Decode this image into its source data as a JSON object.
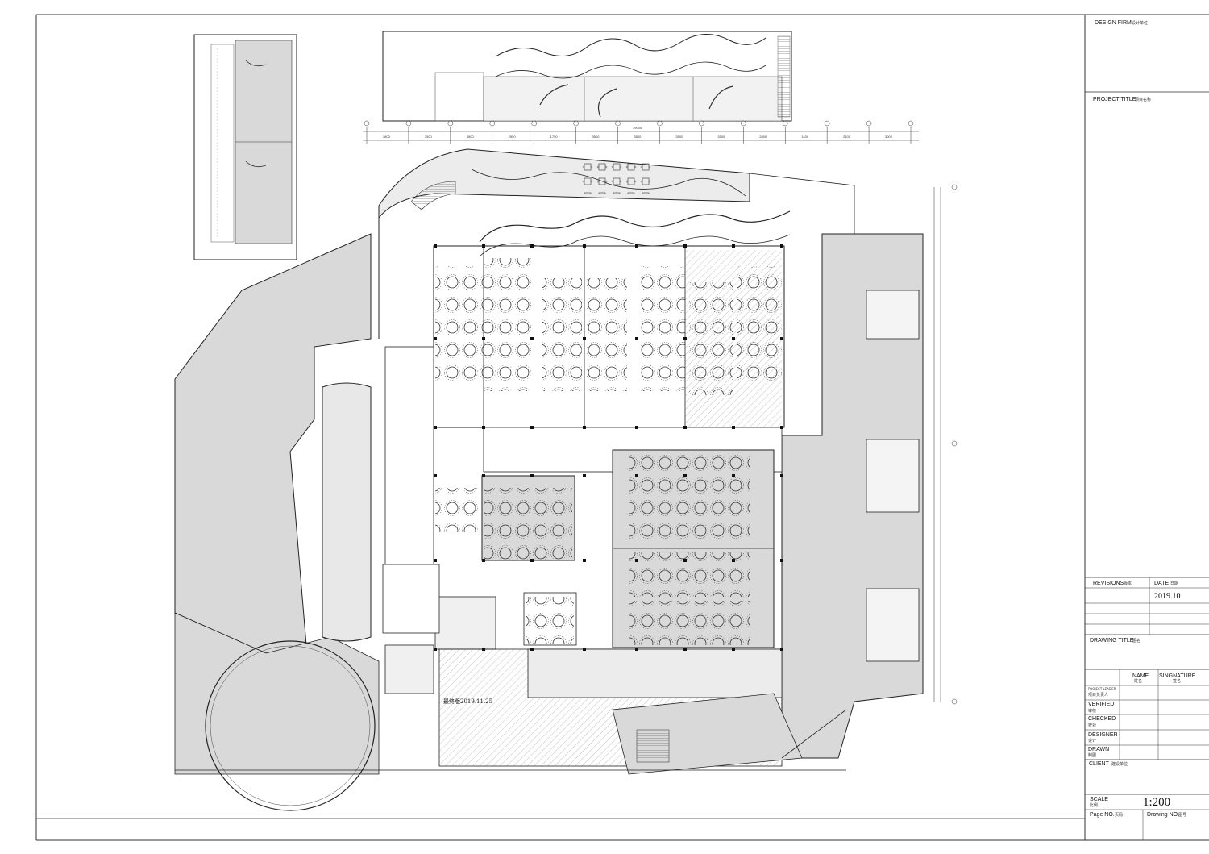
{
  "title_block": {
    "design_firm": {
      "label": "DESIGN FIRM",
      "label_cn": "设计单位"
    },
    "project_title": {
      "label": "PROJECT TITLE",
      "label_cn": "项目名称"
    },
    "revisions": {
      "label": "REVISIONS",
      "label_cn": "版本"
    },
    "date": {
      "label": "DATE",
      "label_cn": "日期",
      "value": "2019.10"
    },
    "drawing_title": {
      "label": "DRAWING TITLE",
      "label_cn": "图名"
    },
    "name_col": {
      "label": "NAME",
      "label_cn": "姓名"
    },
    "signature_col": {
      "label": "SINGNATURE",
      "label_cn": "签名"
    },
    "roles": [
      {
        "label": "PROJECT LEADER",
        "label_cn": "项目负责人"
      },
      {
        "label": "VERIFIED",
        "label_cn": "审核"
      },
      {
        "label": "CHECKED",
        "label_cn": "校对"
      },
      {
        "label": "DESIGNER",
        "label_cn": "设计"
      },
      {
        "label": "DRAWN",
        "label_cn": "制图"
      }
    ],
    "client": {
      "label": "CLIENT",
      "label_cn": "建设单位"
    },
    "scale": {
      "label": "SCALE",
      "label_cn": "比例",
      "value": "1:200"
    },
    "page_no": {
      "label": "Page NO.",
      "label_cn": "页码"
    },
    "drawing_no": {
      "label": "Drawing NO.",
      "label_cn": "图号"
    }
  },
  "plan": {
    "stamp_text": "最终版2019.11.25",
    "top_dimension_labels": [
      "3800",
      "3500",
      "3500",
      "2550",
      "1750",
      "3500",
      "3500",
      "3500",
      "3500",
      "2800",
      "1400",
      "2100",
      "3000"
    ],
    "top_dimension_total": "39000"
  },
  "colors": {
    "line": "#222222",
    "fill_gray": "#d9d9d9",
    "paper": "#ffffff"
  }
}
